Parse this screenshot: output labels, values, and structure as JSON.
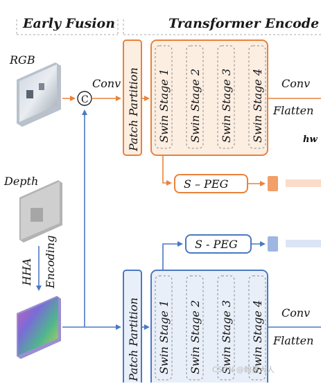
{
  "headers": {
    "early_fusion": "Early Fusion",
    "transformer_encoder": "Transformer Encode"
  },
  "inputs": {
    "rgb": "RGB",
    "depth": "Depth",
    "hha": "HHA",
    "encoding": "Encoding"
  },
  "fusion": {
    "concat_symbol": "C",
    "conv": "Conv"
  },
  "top_branch": {
    "patch_partition": "Patch Partition",
    "stages": [
      "Swin Stage 1",
      "Swin Stage 2",
      "Swin Stage 3",
      "Swin Stage 4"
    ],
    "conv": "Conv",
    "flatten": "Flatten",
    "hw": "hw",
    "peg": "S – PEG",
    "color": "#e8823a",
    "fill": "#fdeee2"
  },
  "bottom_branch": {
    "patch_partition": "Patch Partition",
    "stages": [
      "Swin Stage 1",
      "Swin Stage 2",
      "Swin Stage 3",
      "Swin Stage 4"
    ],
    "conv": "Conv",
    "flatten": "Flatten",
    "peg": "S - PEG",
    "color": "#4a78c2",
    "fill": "#e9eff9"
  },
  "watermark": "CSDN @翰墨大人"
}
